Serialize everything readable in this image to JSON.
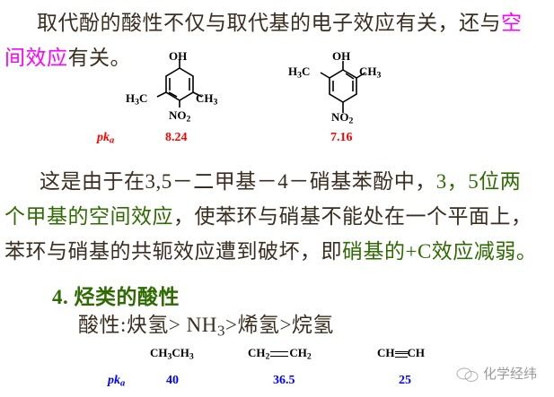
{
  "intro": {
    "line1_pre": "取代酚的酸性不仅与取代基的电子效应有关，还与",
    "line1_highlight": "空",
    "line2_highlight": "间效应",
    "line2_post": "有关。"
  },
  "molecule1": {
    "top": "OH",
    "left_sub": "H",
    "left_sub_n": "3",
    "left_c": "C",
    "right_c": "CH",
    "right_sub_n": "3",
    "bottom": "NO",
    "bottom_sub_n": "2",
    "pka_label": "pk",
    "pka_sub": "a",
    "pka_value": "8.24"
  },
  "molecule2": {
    "top": "OH",
    "left_sub": "H",
    "left_sub_n": "3",
    "left_c": "C",
    "right_c": "CH",
    "right_sub_n": "3",
    "bottom": "NO",
    "bottom_sub_n": "2",
    "pka_value": "7.16"
  },
  "explanation": {
    "l1_pre": "这是由于在3,5－二甲基－4－硝基苯酚中，",
    "l1_highlight": "3，5位两",
    "l2_highlight": "个甲基的空间效应",
    "l2_post": "，使苯环与硝基不能处在一个平面上，",
    "l3_pre": "苯环与硝基的共轭效应遭到破坏，即",
    "l3_highlight": "硝基的+C效应减弱。"
  },
  "section4": {
    "heading": "4. 烃类的酸性",
    "order_pre": "酸性:炔氢> NH",
    "order_sub": "3",
    "order_post": ">烯氢>烷氢"
  },
  "hydrocarbons": {
    "ethane": "CH3CH3",
    "ethene": "CH2=CH2",
    "ethyne": "CH≡CH",
    "pka_label": "pk",
    "pka_sub": "a",
    "pka_values": [
      "40",
      "36.5",
      "25"
    ]
  },
  "watermark": {
    "icon": "wechat-icon",
    "text": "化学经纬"
  },
  "colors": {
    "highlight_magenta": "#ff00ff",
    "highlight_green": "#2e6b00",
    "pka_red": "#ff0000",
    "pka_blue": "#0000ff",
    "body_text": "#3b2d1f"
  }
}
